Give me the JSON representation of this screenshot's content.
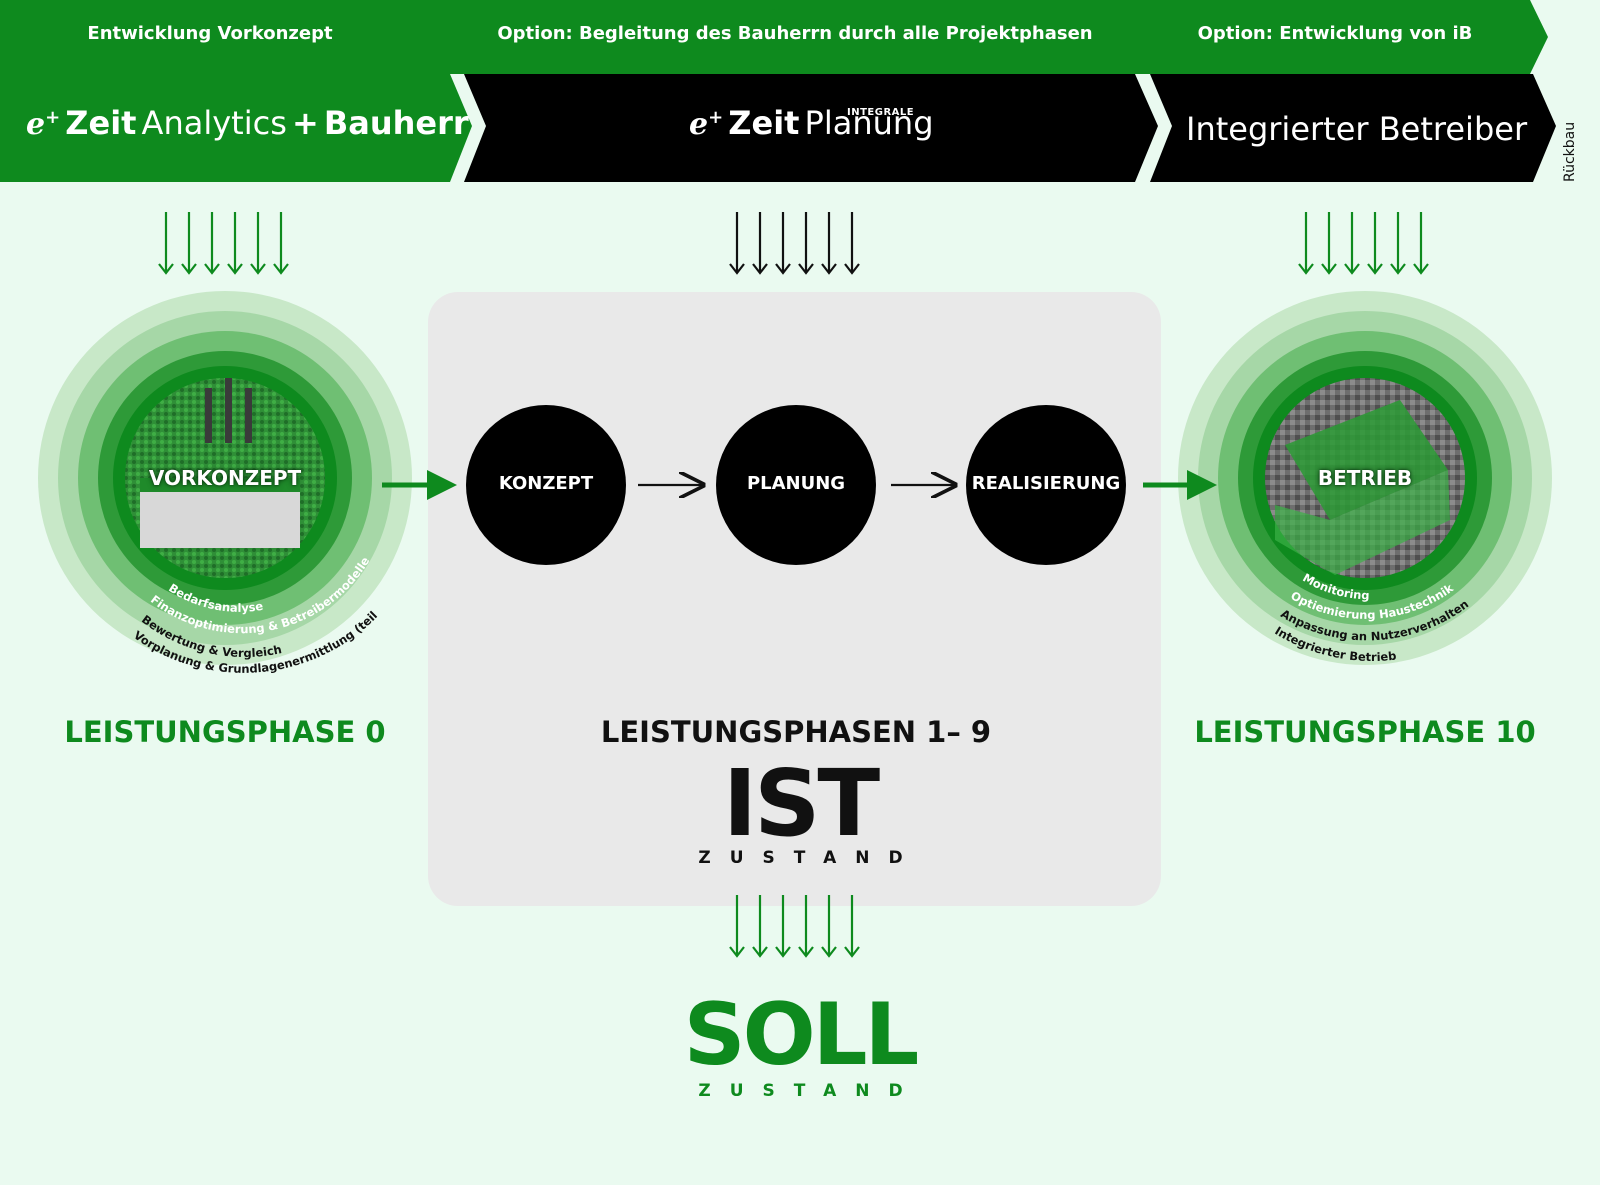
{
  "colors": {
    "green": "#0e8a1e",
    "green_bright": "#22a32f",
    "black": "#000000",
    "background": "#eafaf0",
    "panel": "#e9e9e9"
  },
  "top_bar": {
    "left_label": "Entwicklung Vorkonzept",
    "middle_label": "Option: Begleitung des Bauherrn durch alle Projektphasen",
    "right_label": "Option: Entwicklung von iB"
  },
  "brand_bar": {
    "left": {
      "eplus": "e",
      "plus": "+",
      "zeit": "Zeit",
      "analytics": "Analytics",
      "join": "+",
      "bauherr": "Bauherr"
    },
    "middle": {
      "eplus": "e",
      "plus": "+",
      "zeit": "Zeit",
      "planung": "Planung",
      "integrale": "INTEGRALE"
    },
    "right": {
      "label": "Integrierter Betreiber"
    },
    "tail": {
      "label": "Rückbau"
    }
  },
  "left_ring": {
    "title": "VORKONZEPT",
    "rings": [
      "Bedarfsanalyse",
      "Finanzoptimierung & Betreibermodelle",
      "Bewertung & Vergleich",
      "Vorplanung & Grundlagenermittlung (teilw.)"
    ]
  },
  "right_ring": {
    "title": "BETRIEB",
    "rings": [
      "Monitoring",
      "Optiemierung Haustechnik",
      "Anpassung an Nutzerverhalten",
      "Integrierter Betrieb"
    ]
  },
  "process": {
    "nodes": [
      "KONZEPT",
      "PLANUNG",
      "REALISIERUNG"
    ]
  },
  "phases": {
    "left": "LEISTUNGSPHASE 0",
    "middle": "LEISTUNGSPHASEN 1– 9",
    "right": "LEISTUNGSPHASE 10"
  },
  "ist": {
    "word": "IST",
    "sub": "ZUSTAND"
  },
  "soll": {
    "word": "SOLL",
    "sub": "ZUSTAND"
  }
}
